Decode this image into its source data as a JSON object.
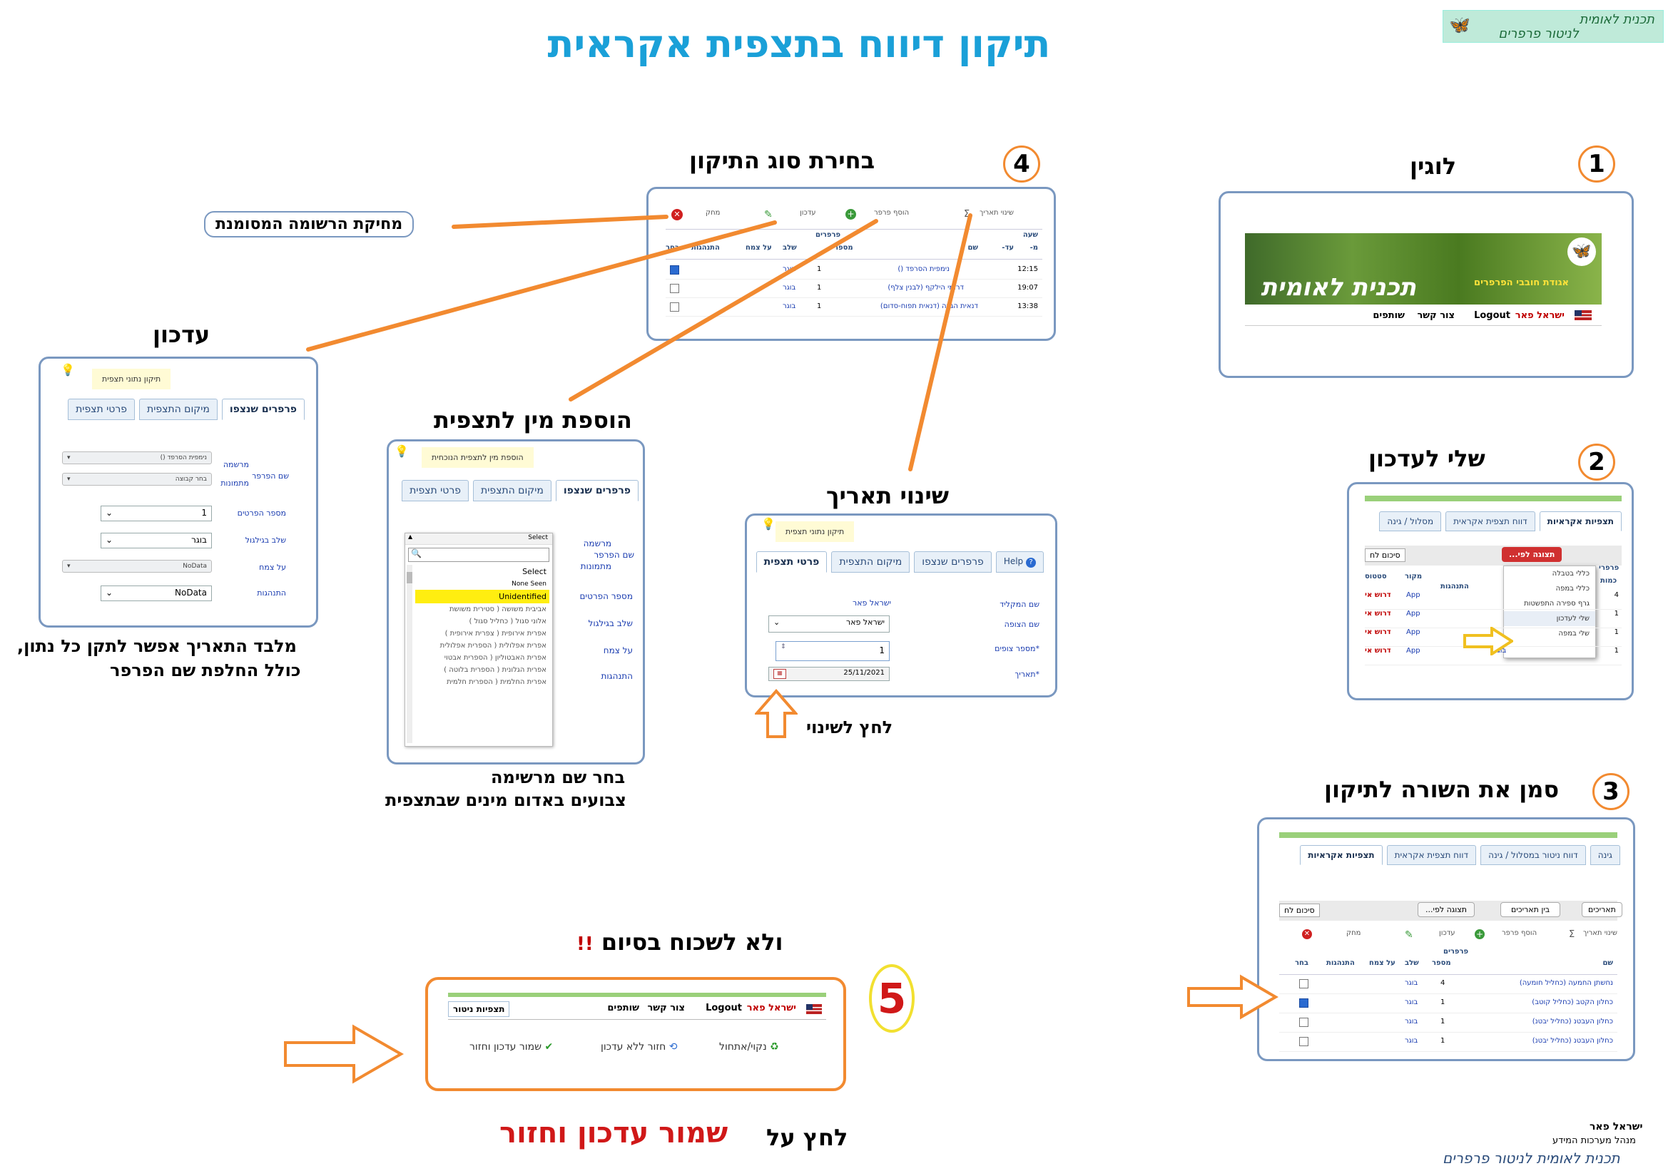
{
  "title": "תיקון דיווח בתצפית אקראית",
  "logo_text": [
    "תכנית לאומית",
    "לניטור פרפרים"
  ],
  "step1": {
    "num": "1",
    "heading": "לוגין",
    "banner_text": "תכנית לאומית",
    "banner_green": "אגודת חובבי הפרפרים",
    "nav": [
      "ישראל פאר",
      "Logout",
      "צור קשר",
      "שותפים"
    ]
  },
  "step2": {
    "num": "2",
    "heading": "שלי לעדכון",
    "tabs": [
      "תצפיות אקראיות",
      "דווח תצפית אקראית",
      "מסלול / גינה"
    ],
    "sort_btn": "תצוגה לפי...",
    "summary": "סיכום לח",
    "menu": [
      "כללי בטבלה",
      "כללי במפה",
      "גרף ספירה התפשטות",
      "שלי לעדכון",
      "שלי במפה"
    ],
    "col_headers": [
      "סטטוס",
      "מקור",
      "התנהגות",
      "כמות",
      "פרפרי"
    ],
    "rows": [
      [
        "דרוש אי",
        "App",
        "4"
      ],
      [
        "דרוש אי",
        "App",
        "1"
      ],
      [
        "דרוש אי",
        "App",
        "1"
      ],
      [
        "דרוש אי",
        "App",
        "1"
      ]
    ],
    "row_stage": "בוגר"
  },
  "step3": {
    "num": "3",
    "heading": "סמן את השורה לתיקון",
    "tabs": [
      "תצפיות אקראיות",
      "דווח תצפית אקראית",
      "דווח ניטור במסלול / גינה",
      "גינה"
    ],
    "buttons": [
      "סיכום לח",
      "תצוגה לפי...",
      "בין תאריכים",
      "תאריכים"
    ],
    "toolbar": [
      "מחק",
      "עדכון",
      "הוסף פרפר",
      "שינוי תאריך"
    ],
    "group": "פרפרים",
    "col_headers": [
      "בחר",
      "התנהגות",
      "על צמח",
      "שלב",
      "מספר",
      "שם"
    ],
    "rows": [
      {
        "stage": "בוגר",
        "count": "4",
        "name": "נחשתן החמעה  (כחליל חומעה)",
        "checked": false
      },
      {
        "stage": "בוגר",
        "count": "1",
        "name": "כחלון הקטב  (כחליל קוטב)",
        "checked": true
      },
      {
        "stage": "בוגר",
        "count": "1",
        "name": "כחלון העבטנ  (כחליל יבטנ)",
        "checked": false
      },
      {
        "stage": "בוגר",
        "count": "1",
        "name": "כחלון העבטנ  (כחליל יבטנ)",
        "checked": false
      }
    ]
  },
  "step4": {
    "num": "4",
    "heading": "בחירת סוג התיקון",
    "toolbar": [
      "שינוי תאריך",
      "הוסף פרפר",
      "עדכון",
      "מחק"
    ],
    "group_time": "שעה",
    "group_butterflies": "פרפרים",
    "col_headers": [
      "מ-",
      "עד-",
      "שם",
      "מספר",
      "שלב",
      "על צמח",
      "התנהגות",
      "בחר"
    ],
    "rows": [
      {
        "time": "12:15",
        "name": "נימפית הסרפד  ()",
        "count": "1",
        "stage": "בוגר",
        "checked": true
      },
      {
        "time": "19:07",
        "name": "דרומי הילקף  (לבנין צלף)",
        "count": "1",
        "stage": "בוגר",
        "checked": false
      },
      {
        "time": "13:38",
        "name": "דנאית הגרה  (דנאית תפוח-סדום)",
        "count": "1",
        "stage": "בוגר",
        "checked": false
      }
    ]
  },
  "delete_label": "מחיקת הרשומה המסומנת",
  "update": {
    "heading": "עדכון",
    "hint": "תיקון נתוני תצפית",
    "tabs": [
      "פרפרים שנצפו",
      "מיקום התצפית",
      "פרטי תצפית"
    ],
    "labels": [
      "מרשמה",
      "שם הפרפר",
      "מתמונות",
      "מספר הפרטים",
      "שלב בגילגול",
      "על צמח",
      "התנהגות"
    ],
    "values": [
      "נימפית הסרפד  ()",
      "בחר קבוצה",
      "1",
      "בוגר",
      "NoData",
      "NoData"
    ],
    "note1": "מלבד התאריך אפשר לתקן כל נתון,",
    "note2": "כולל החלפת שם הפרפר"
  },
  "addspecies": {
    "heading": "הוספת מין לתצפית",
    "hint": "הוספת מין לתצפית הנוכחית",
    "tabs": [
      "פרפרים שנצפו",
      "מיקום התצפית",
      "פרטי תצפית"
    ],
    "labels": [
      "מרשמה",
      "שם הפרפר",
      "מתמונות",
      "מספר הפרטים",
      "שלב בגילגול",
      "על צמח",
      "התנהגות"
    ],
    "select_title": "Select",
    "list": [
      "Select",
      "None Seen",
      "Unidentified",
      "אביבית משושה  ( סטירית משושת",
      "אלוני סגול  ( כחליל סגול )",
      "אפרית אירופית  ( צפרית אירופית )",
      "אפרית אפלולית  ( הספרית אפלולית",
      "אפרית האבטוליון  ( הספרית אבטוי",
      "אפרית הגלונית  ( הספרית בלוטה )",
      "אפרית החלמית  ( הספרית חלמית"
    ],
    "note1": "בחר שם מרשימה",
    "note2": "צבועים באדום מינים שבתצפית"
  },
  "changedate": {
    "heading": "שינוי תאריך",
    "hint": "תיקון נתוני תצפית",
    "tabs": [
      "פרטי תצפית",
      "מיקום התצפית",
      "פרפרים שנצפו",
      "Help"
    ],
    "labels": [
      "שם המקליד",
      "שם הצופה",
      "*מספר צופים",
      "*תאריך"
    ],
    "values": [
      "ישראל פאר",
      "ישראל פאר",
      "1",
      "25/11/2021"
    ],
    "note": "לחץ לשינוי"
  },
  "step5": {
    "num": "5",
    "heading": "ולא לשכוח בסיום",
    "excl": "!!",
    "nav": [
      "ישראל פאר",
      "Logout",
      "צור קשר",
      "שותפים",
      "תצפיות ניטור"
    ],
    "actions": [
      "שמור עדכון וחזור",
      "חזור ללא עדכון",
      "נקוי/אתחול"
    ],
    "press": "לחץ על",
    "save_red": "שמור עדכון וחזור"
  },
  "signature": {
    "name": "ישראל פאר",
    "role": "מנהל מערכות המידע",
    "org": "תכנית לאומית לניטור פרפרים"
  },
  "colors": {
    "title": "#1aa0d8",
    "orange": "#f28a30",
    "panel_border": "#7a98c0",
    "red": "#d01818"
  }
}
